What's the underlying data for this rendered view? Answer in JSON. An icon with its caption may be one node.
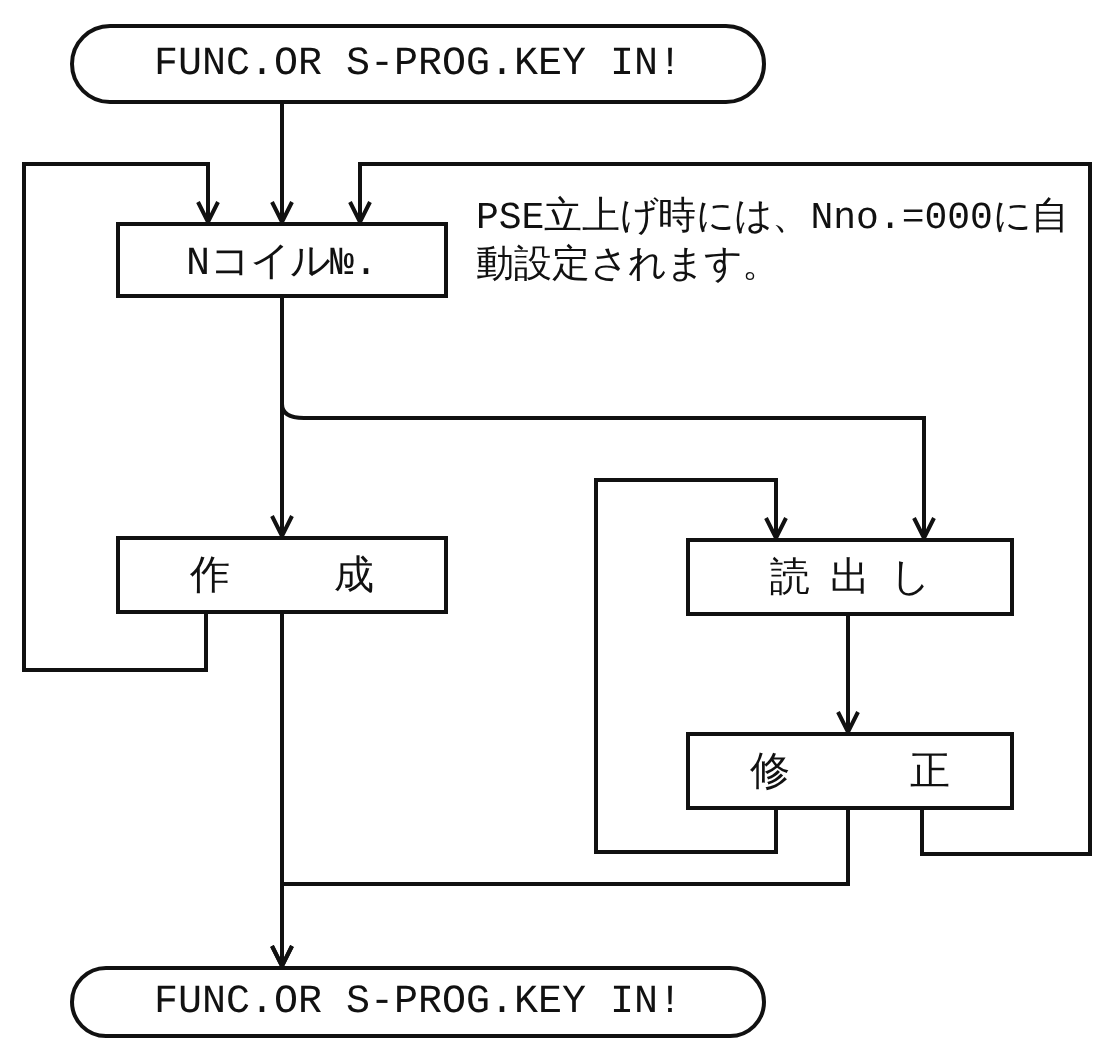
{
  "diagram": {
    "nodes": [
      {
        "text": [
          "FUNC.OR S-PROG.KEY IN!"
        ]
      },
      {
        "text": [
          "Nコイル№."
        ],
        "beside": [
          "PSE立上げ時には、Nno.=000に自動設定されます。"
        ]
      },
      {
        "text": [
          "作成"
        ]
      },
      {
        "text": [
          "読出し"
        ]
      },
      {
        "text": [
          "修正"
        ]
      },
      {
        "text": [
          "FUNC.OR S-PROG.KEY IN!"
        ]
      }
    ],
    "edges": [
      {
        "from": 0,
        "to": 1,
        "arrow": "to"
      },
      {
        "from": 2,
        "to": 1,
        "arrow": "to"
      },
      {
        "from": 4,
        "to": 1,
        "arrow": "to"
      },
      {
        "from": 1,
        "to": 2,
        "arrow": "to"
      },
      {
        "from": 1,
        "to": 3,
        "arrow": "to"
      },
      {
        "from": 4,
        "to": 3,
        "arrow": "to"
      },
      {
        "from": 3,
        "to": 4,
        "arrow": "to"
      },
      {
        "from": 4,
        "to": 5,
        "arrow": "to"
      },
      {
        "from": 2,
        "to": 5,
        "arrow": "to"
      }
    ]
  }
}
